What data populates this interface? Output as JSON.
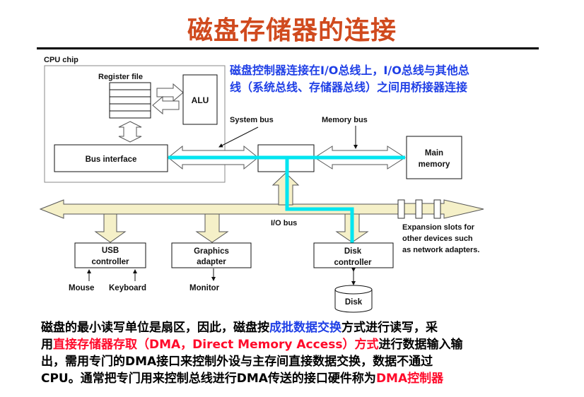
{
  "title": "磁盘存储器的连接",
  "note": {
    "line1": "磁盘控制器连接在I/O总线上，I/O总线与其他总",
    "line2": "线（系统总线、存储器总线）之间用桥接器连接",
    "color": "#1f3fe6"
  },
  "diagram": {
    "cpu_chip_label": "CPU chip",
    "register_file_label": "Register file",
    "alu_label": "ALU",
    "bus_interface_label": "Bus interface",
    "system_bus_label": "System bus",
    "memory_bus_label": "Memory bus",
    "main_memory_label_1": "Main",
    "main_memory_label_2": "memory",
    "io_bus_label": "I/O bus",
    "usb_label_1": "USB",
    "usb_label_2": "controller",
    "graphics_label_1": "Graphics",
    "graphics_label_2": "adapter",
    "disk_controller_label_1": "Disk",
    "disk_controller_label_2": "controller",
    "disk_label": "Disk",
    "mouse_label": "Mouse",
    "keyboard_label": "Keyboard",
    "monitor_label": "Monitor",
    "expansion_label_1": "Expansion slots for",
    "expansion_label_2": "other devices such",
    "expansion_label_3": "as network adapters.",
    "highlight_color": "#00e5f0",
    "bus_fill_color": "#f5f0c8"
  },
  "paragraph": {
    "l1_a": "磁盘的最小读写单位是扇区，因此，磁盘按",
    "l1_b": "成批数据交换",
    "l1_c": "方式进行读写，采",
    "l2_a": "用",
    "l2_b": "直接存储器存取（DMA，Direct Memory Access）方式",
    "l2_c": "进行数据输入输",
    "l3": "出，需用专门的DMA接口来控制外设与主存间直接数据交换，数据不通过",
    "l4_a": "CPU。通常把专门用来控制总线进行DMA传送的接口硬件称为",
    "l4_b": "DMA控制器"
  }
}
